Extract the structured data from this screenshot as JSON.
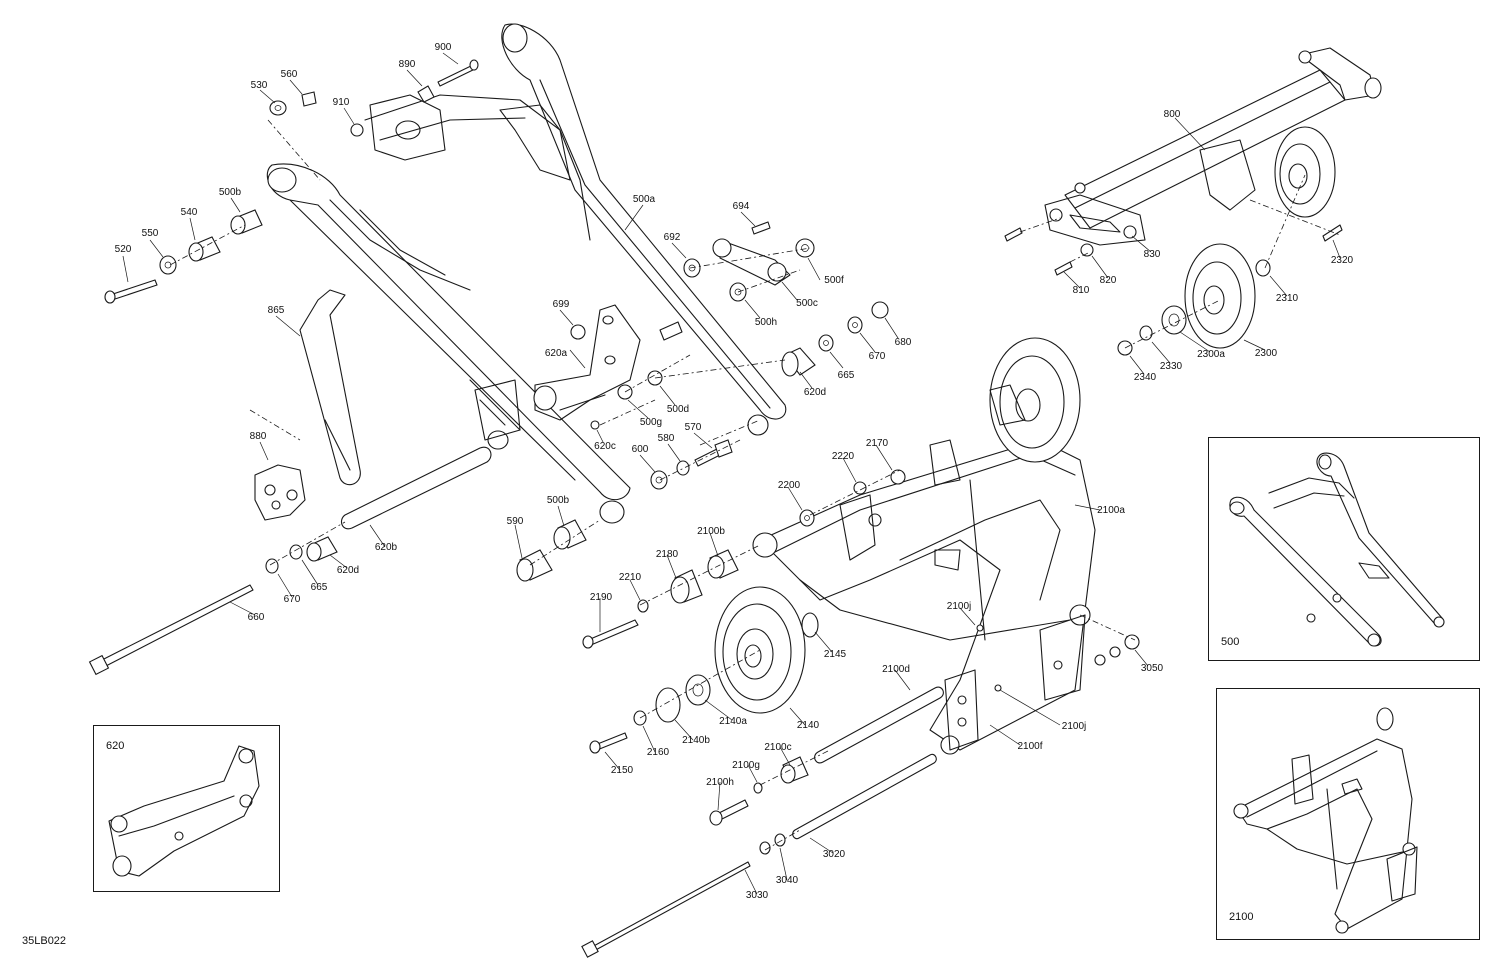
{
  "callouts": [
    {
      "id": "c900",
      "label": "900"
    },
    {
      "id": "c890",
      "label": "890"
    },
    {
      "id": "c910",
      "label": "910"
    },
    {
      "id": "c560",
      "label": "560"
    },
    {
      "id": "c530",
      "label": "530"
    },
    {
      "id": "c500b_top",
      "label": "500b"
    },
    {
      "id": "c540",
      "label": "540"
    },
    {
      "id": "c550",
      "label": "550"
    },
    {
      "id": "c520",
      "label": "520"
    },
    {
      "id": "c500a",
      "label": "500a"
    },
    {
      "id": "c694",
      "label": "694"
    },
    {
      "id": "c692",
      "label": "692"
    },
    {
      "id": "c500f",
      "label": "500f"
    },
    {
      "id": "c500c",
      "label": "500c"
    },
    {
      "id": "c500h",
      "label": "500h"
    },
    {
      "id": "c865",
      "label": "865"
    },
    {
      "id": "c699",
      "label": "699"
    },
    {
      "id": "c620a",
      "label": "620a"
    },
    {
      "id": "c680",
      "label": "680"
    },
    {
      "id": "c670_r",
      "label": "670"
    },
    {
      "id": "c665_r",
      "label": "665"
    },
    {
      "id": "c620d_r",
      "label": "620d"
    },
    {
      "id": "c500g",
      "label": "500g"
    },
    {
      "id": "c500d",
      "label": "500d"
    },
    {
      "id": "c620c",
      "label": "620c"
    },
    {
      "id": "c880",
      "label": "880"
    },
    {
      "id": "c600",
      "label": "600"
    },
    {
      "id": "c580",
      "label": "580"
    },
    {
      "id": "c570",
      "label": "570"
    },
    {
      "id": "c500b_bot",
      "label": "500b"
    },
    {
      "id": "c590",
      "label": "590"
    },
    {
      "id": "c620b",
      "label": "620b"
    },
    {
      "id": "c620d_l",
      "label": "620d"
    },
    {
      "id": "c665_l",
      "label": "665"
    },
    {
      "id": "c670_l",
      "label": "670"
    },
    {
      "id": "c660",
      "label": "660"
    },
    {
      "id": "c800",
      "label": "800"
    },
    {
      "id": "c830",
      "label": "830"
    },
    {
      "id": "c820",
      "label": "820"
    },
    {
      "id": "c810",
      "label": "810"
    },
    {
      "id": "c2320",
      "label": "2320"
    },
    {
      "id": "c2310",
      "label": "2310"
    },
    {
      "id": "c2300",
      "label": "2300"
    },
    {
      "id": "c2300a",
      "label": "2300a"
    },
    {
      "id": "c2330",
      "label": "2330"
    },
    {
      "id": "c2340",
      "label": "2340"
    },
    {
      "id": "c2170",
      "label": "2170"
    },
    {
      "id": "c2220",
      "label": "2220"
    },
    {
      "id": "c2200",
      "label": "2200"
    },
    {
      "id": "c2100a",
      "label": "2100a"
    },
    {
      "id": "c2100b",
      "label": "2100b"
    },
    {
      "id": "c2180",
      "label": "2180"
    },
    {
      "id": "c2210",
      "label": "2210"
    },
    {
      "id": "c2190",
      "label": "2190"
    },
    {
      "id": "c2100j_top",
      "label": "2100j"
    },
    {
      "id": "c2145",
      "label": "2145"
    },
    {
      "id": "c3050",
      "label": "3050"
    },
    {
      "id": "c2100d",
      "label": "2100d"
    },
    {
      "id": "c2100j_bot",
      "label": "2100j"
    },
    {
      "id": "c2100f",
      "label": "2100f"
    },
    {
      "id": "c2140a",
      "label": "2140a"
    },
    {
      "id": "c2140",
      "label": "2140"
    },
    {
      "id": "c2140b",
      "label": "2140b"
    },
    {
      "id": "c2160",
      "label": "2160"
    },
    {
      "id": "c2150",
      "label": "2150"
    },
    {
      "id": "c2100c",
      "label": "2100c"
    },
    {
      "id": "c2100g",
      "label": "2100g"
    },
    {
      "id": "c2100h",
      "label": "2100h"
    },
    {
      "id": "c3020",
      "label": "3020"
    },
    {
      "id": "c3040",
      "label": "3040"
    },
    {
      "id": "c3030",
      "label": "3030"
    }
  ],
  "insets": {
    "i500": {
      "label": "500"
    },
    "i620": {
      "label": "620"
    },
    "i2100": {
      "label": "2100"
    }
  },
  "reference_code": "35LB022"
}
